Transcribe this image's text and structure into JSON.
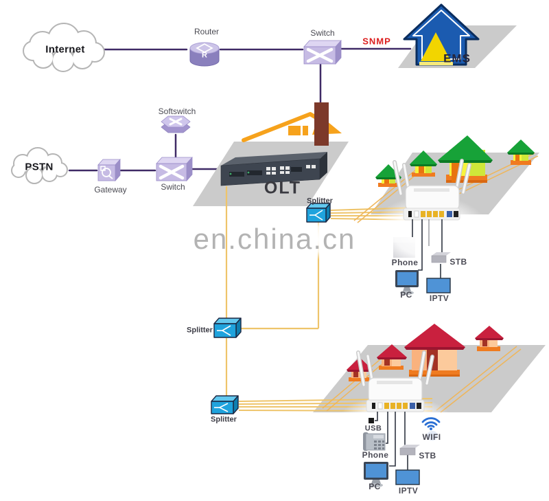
{
  "watermark": "en.china.cn",
  "nodes": {
    "internet": {
      "label": "Internet"
    },
    "pstn": {
      "label": "PSTN"
    },
    "router": {
      "label": "Router",
      "letter": "R"
    },
    "switch_top": {
      "label": "Switch"
    },
    "link_snmp": {
      "label": "SNMP"
    },
    "ems": {
      "label": "EMS"
    },
    "softswitch": {
      "label": "Softswitch"
    },
    "gateway": {
      "label": "Gateway"
    },
    "switch_core": {
      "label": "Switch"
    },
    "olt": {
      "label": "OLT"
    },
    "splitter_top": {
      "label": "Splitter"
    },
    "splitter_mid": {
      "label": "Splitter"
    },
    "splitter_bottom": {
      "label": "Splitter"
    }
  },
  "home1": {
    "phone": {
      "label": "Phone"
    },
    "pc": {
      "label": "PC"
    },
    "stb": {
      "label": "STB"
    },
    "iptv": {
      "label": "IPTV"
    }
  },
  "home2": {
    "usb": {
      "label": "USB"
    },
    "wifi": {
      "label": "WIFI"
    },
    "phone": {
      "label": "Phone"
    },
    "stb": {
      "label": "STB"
    },
    "pc": {
      "label": "PC"
    },
    "iptv": {
      "label": "IPTV"
    }
  },
  "colors": {
    "link_purple": "#3f2a66",
    "fiber_orange": "#eec46a",
    "snmp_red": "#dc2020",
    "splitter_blue": "#1fa3dd",
    "ems_blue": "#1b5bb0",
    "ems_yellow": "#f2d500",
    "platform_gray": "#cbcbcb",
    "device_screen_blue": "#4f93d6",
    "roof_green": "#17a238",
    "roof_red": "#c9203e",
    "roof_orange": "#f6a21c",
    "wifi_blue": "#2a6fd4"
  }
}
